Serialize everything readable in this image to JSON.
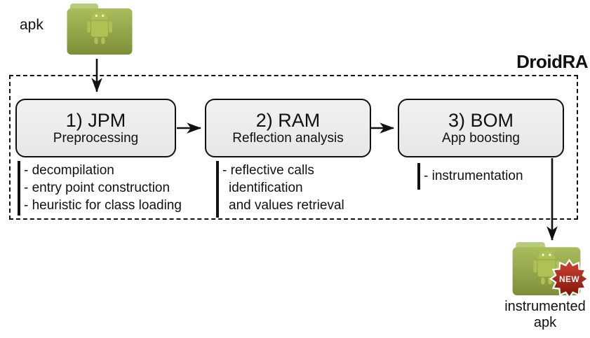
{
  "figure": {
    "system_label": "DroidRA",
    "input_label": "apk",
    "output_label_line1": "instrumented",
    "output_label_line2": "apk",
    "badge_label": "NEW"
  },
  "modules": [
    {
      "title": "1) JPM",
      "subtitle": "Preprocessing",
      "bullets": [
        "- decompilation",
        "- entry point construction",
        "- heuristic for class loading"
      ]
    },
    {
      "title": "2) RAM",
      "subtitle": "Reflection analysis",
      "bullets": [
        "- reflective calls",
        "identification",
        "and values retrieval"
      ]
    },
    {
      "title": "3) BOM",
      "subtitle": "App boosting",
      "bullets": [
        "- instrumentation"
      ]
    }
  ],
  "colors": {
    "folder_green": "#8ea23f",
    "folder_green_light": "#b8ca7c",
    "robot_green": "#aec254",
    "box_fill": "#ebebeb",
    "line_black": "#111111",
    "badge_red": "#9c1a0d",
    "badge_text": "#ffffff"
  }
}
